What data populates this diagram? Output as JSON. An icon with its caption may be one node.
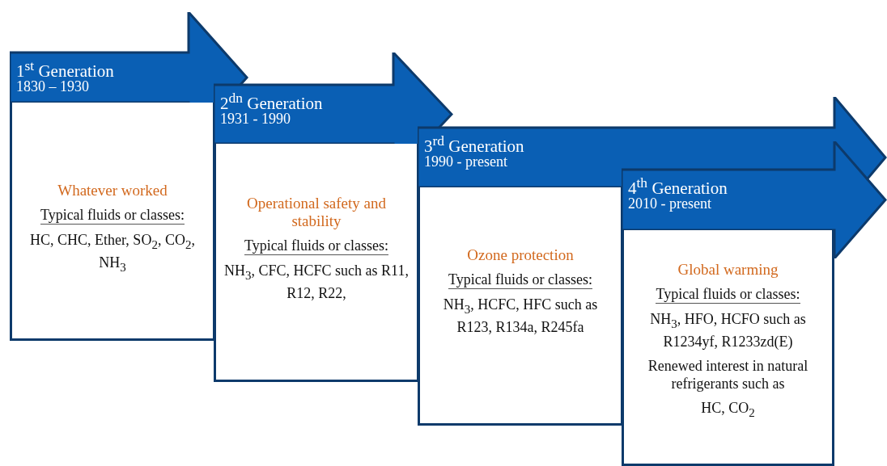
{
  "diagram": {
    "nodes": [
      {
        "text": [
          "1$^{st}$ Generation",
          "1830 – 1930"
        ]
      },
      {
        "text": [
          "Whatever worked",
          "Typical fluids or classes:",
          "HC, CHC, Ether, SO$_{2}$, CO$_{2}$, NH$_{3}$"
        ]
      },
      {
        "text": [
          "2$^{dn}$ Generation",
          "1931 - 1990"
        ]
      },
      {
        "text": [
          "Operational safety and stability",
          "Typical fluids or classes:",
          "NH$_{3}$, CFC, HCFC such as R11, R12, R22,"
        ]
      },
      {
        "text": [
          "3$^{rd}$ Generation",
          "1990 - present"
        ]
      },
      {
        "text": [
          "Ozone protection",
          "Typical fluids or classes:",
          "NH$_{3}$, HCFC, HFC such as R123, R134a, R245fa"
        ]
      },
      {
        "text": [
          "4$^{th}$ Generation",
          "2010 - present"
        ]
      },
      {
        "text": [
          "Global warming",
          "Typical fluids or classes:",
          "NH$_{3}$, HFO, HCFO such as R1234yf, R1233zd(E)",
          "Renewed interest in natural refrigerants such as",
          "HC, CO$_{2}$"
        ]
      }
    ]
  }
}
